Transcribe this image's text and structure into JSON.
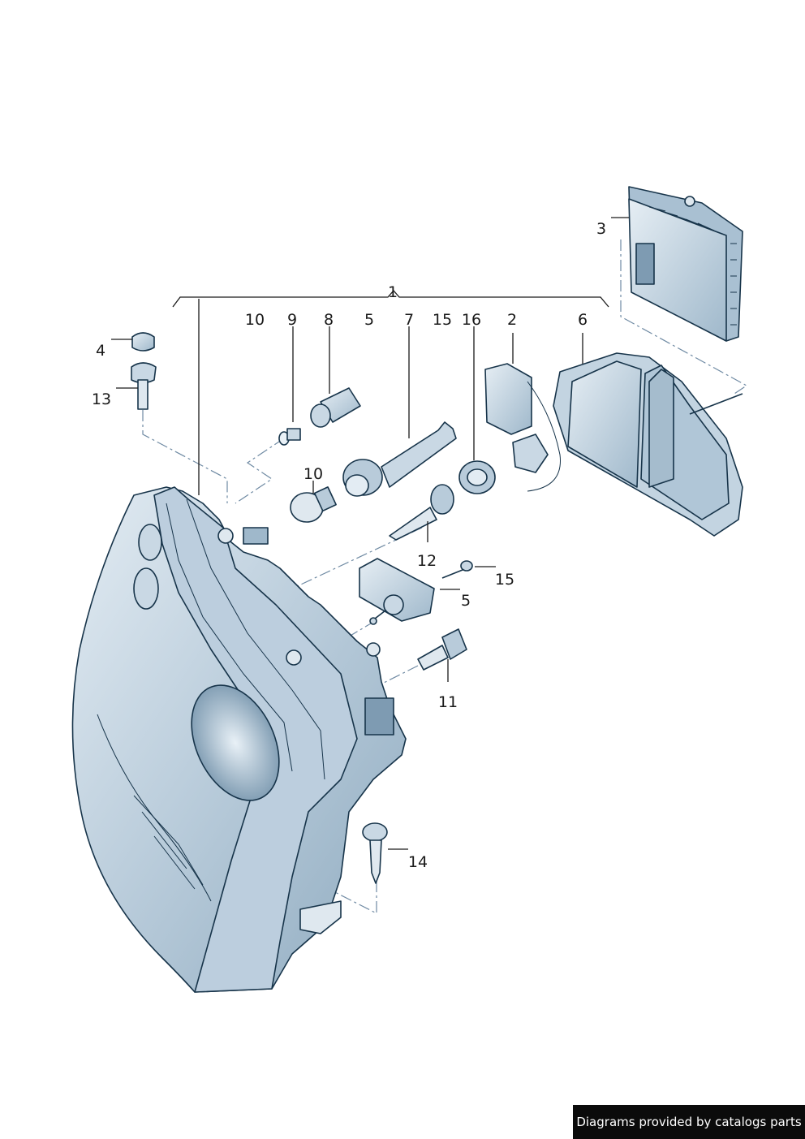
{
  "callouts": {
    "c1": "1",
    "c2": "2",
    "c3": "3",
    "c4": "4",
    "c5a": "5",
    "c5b": "5",
    "c6": "6",
    "c7": "7",
    "c8": "8",
    "c9": "9",
    "c10a": "10",
    "c10b": "10",
    "c11": "11",
    "c12": "12",
    "c13": "13",
    "c14": "14",
    "c15a": "15",
    "c15b": "15",
    "c16": "16"
  },
  "watermark": "Diagrams provided by catalogs parts",
  "colors": {
    "part_fill": "#cfdde8",
    "part_shade": "#9fb8cb",
    "part_dark": "#7e9bb2",
    "outline": "#17344a",
    "watermark_bg": "#0b0b0b"
  }
}
